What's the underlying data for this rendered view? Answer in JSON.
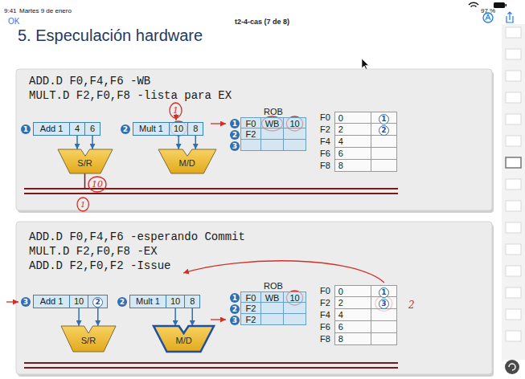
{
  "diagram": {
    "title": "5. Especulación hardware",
    "nodes": [
      {
        "text": [
          "ADD.D F0,F4,F6 -WB",
          "MULT.D F2,F0,F8 -lista para EX"
        ]
      },
      {
        "text": [
          "1",
          "Add 1",
          "4",
          "6"
        ],
        "in": 0
      },
      {
        "text": [
          "2",
          "Mult 1",
          "10",
          "8"
        ],
        "in": 0
      },
      {
        "text": [
          "S/R"
        ],
        "in": 0
      },
      {
        "text": [
          "M/D"
        ],
        "in": 0
      },
      {
        "text": [
          "ROB",
          "1",
          "F0",
          "WB",
          "10",
          "2",
          "F2",
          "3"
        ],
        "in": 0
      },
      {
        "text": [
          "F0",
          "0",
          "1",
          "F2",
          "2",
          "2",
          "F4",
          "4",
          "F6",
          "6",
          "F8",
          "8"
        ],
        "in": 0
      },
      {
        "text": [
          "ADD.D F0,F4,F6 -esperando Commit",
          "MULT.D F2,F0,F8 -EX",
          "ADD.D F2,F0,F2 -Issue"
        ]
      },
      {
        "text": [
          "3",
          "Add 1",
          "10",
          "2"
        ],
        "in": 7
      },
      {
        "text": [
          "2",
          "Mult 1",
          "10",
          "8"
        ],
        "in": 7
      },
      {
        "text": [
          "S/R"
        ],
        "in": 7
      },
      {
        "text": [
          "M/D"
        ],
        "in": 7
      },
      {
        "text": [
          "ROB",
          "1",
          "F0",
          "WB",
          "10",
          "2",
          "F2",
          "3",
          "F2"
        ],
        "in": 7
      },
      {
        "text": [
          "F0",
          "0",
          "1",
          "F2",
          "2",
          "3",
          "F4",
          "4",
          "F6",
          "6",
          "F8",
          "8"
        ],
        "in": 7
      }
    ],
    "edges": [
      {
        "from": 1,
        "to": 3,
        "arrow": "to"
      },
      {
        "from": 1,
        "to": 3,
        "arrow": "to"
      },
      {
        "from": 2,
        "to": 4,
        "arrow": "to"
      },
      {
        "from": 2,
        "to": 4,
        "arrow": "to"
      },
      {
        "from": 8,
        "to": 10,
        "arrow": "to"
      },
      {
        "from": 8,
        "to": 10,
        "arrow": "to"
      },
      {
        "from": 9,
        "to": 11,
        "arrow": "to"
      },
      {
        "from": 9,
        "to": 11,
        "arrow": "to"
      }
    ],
    "labels": [
      "9:41",
      "Martes 9 de enero",
      "t2-4-cas (7 de 8)",
      "97 %",
      "OK",
      "1",
      "10",
      "1",
      "2"
    ]
  }
}
